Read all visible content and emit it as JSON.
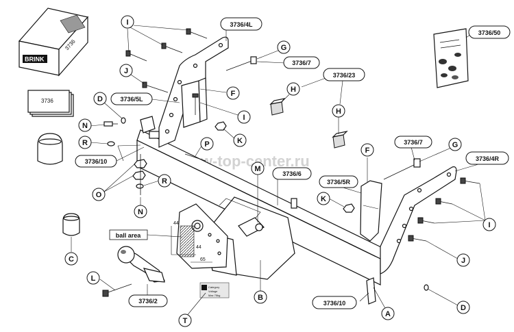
{
  "box_brand": "BRINK",
  "box_number": "3736",
  "manual_number": "3736",
  "pills": {
    "p_4L": "3736/4L",
    "p_7a": "3736/7",
    "p_23": "3736/23",
    "p_50": "3736/50",
    "p_5L": "3736/5L",
    "p_10a": "3736/10",
    "p_7b": "3736/7",
    "p_4R": "3736/4R",
    "p_6": "3736/6",
    "p_5R": "3736/5R",
    "p_2": "3736/2",
    "p_10b": "3736/10"
  },
  "ball_area_label": "ball area",
  "dimensions": {
    "d44a": "44",
    "d44b": "44",
    "d65": "65"
  },
  "watermark": "tow-top-center.ru",
  "circles": {
    "I1": "I",
    "I2": "I",
    "I3": "I",
    "J1": "J",
    "J2": "J",
    "G1": "G",
    "G2": "G",
    "H1": "H",
    "H2": "H",
    "F1": "F",
    "F2": "F",
    "D1": "D",
    "D2": "D",
    "N1": "N",
    "N2": "N",
    "R1": "R",
    "R2": "R",
    "K1": "K",
    "K2": "K",
    "P": "P",
    "M": "M",
    "O": "O",
    "C": "C",
    "L": "L",
    "B": "B",
    "A": "A",
    "T": "T"
  },
  "sticker_lines": [
    "Category",
    "Voltage",
    "Max 75kg"
  ]
}
